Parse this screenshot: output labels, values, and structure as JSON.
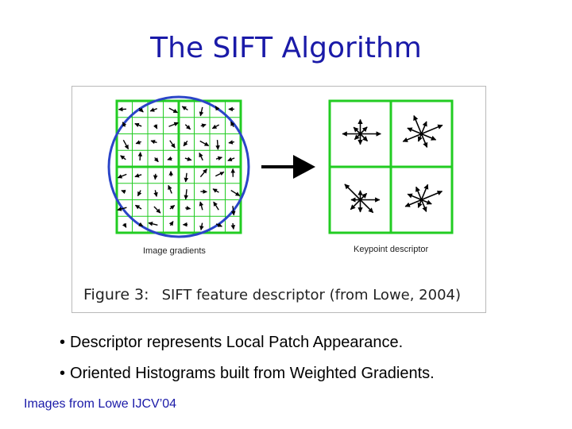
{
  "slide": {
    "title": "The SIFT Algorithm",
    "bullets": [
      "Descriptor represents Local Patch Appearance.",
      "Oriented Histograms built from Weighted Gradients."
    ],
    "credit": "Images from Lowe IJCV’04"
  },
  "figure": {
    "left_label": "Image gradients",
    "right_label": "Keypoint descriptor",
    "caption_prefix": "Figure 3:",
    "caption_text": "SIFT feature descriptor (from Lowe, 2004)",
    "colors": {
      "grid": "#22cc22",
      "circle": "#2b45c8",
      "ink": "#000000"
    }
  }
}
